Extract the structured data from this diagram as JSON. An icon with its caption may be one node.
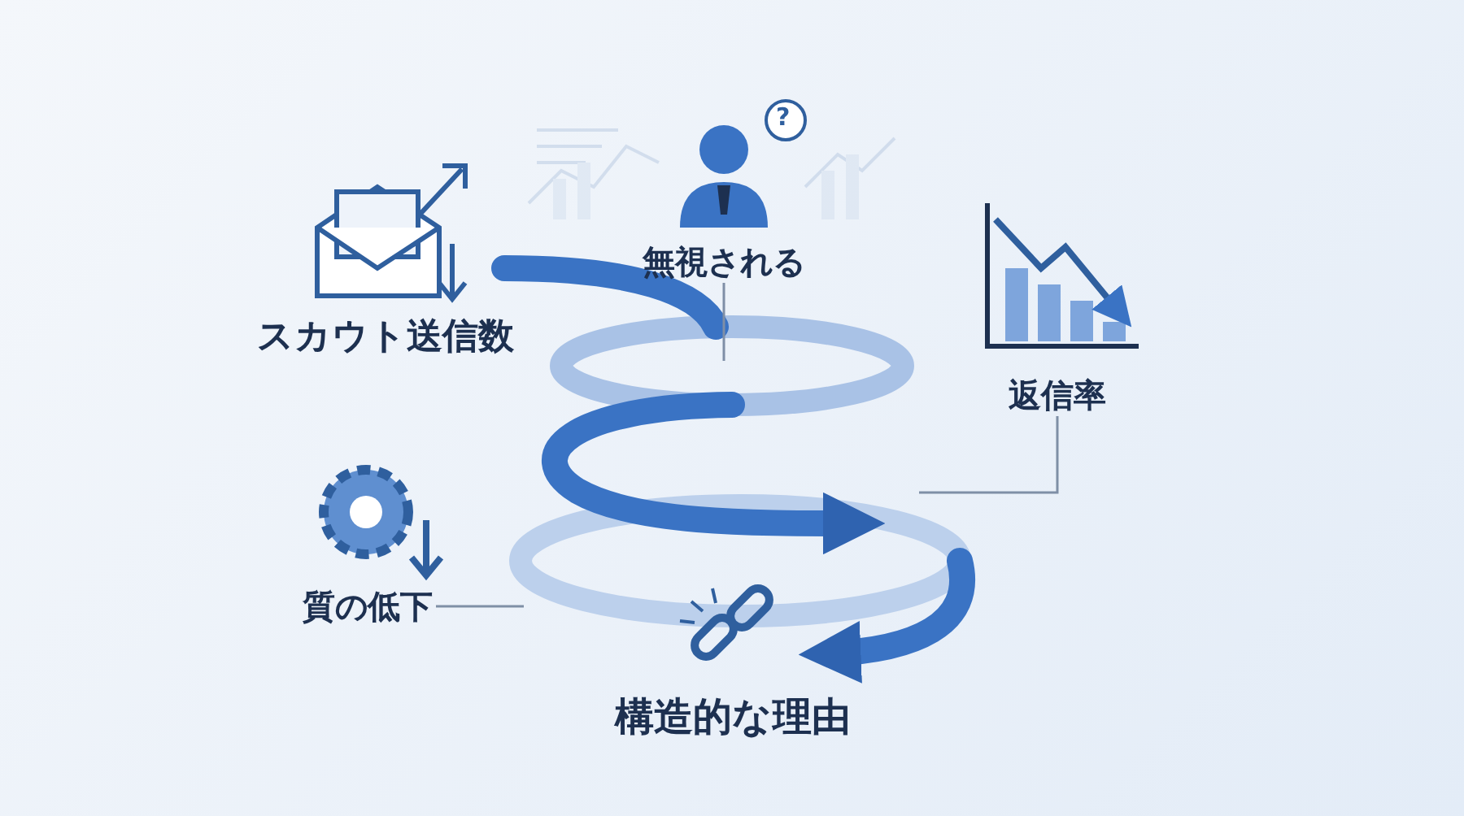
{
  "diagram": {
    "nodes": [
      {
        "text": [
          "無視される"
        ]
      },
      {
        "text": [
          "返信率"
        ]
      },
      {
        "text": [
          "質の低下"
        ]
      }
    ],
    "edges": [
      {
        "from": 0,
        "to": null,
        "arrow": "none"
      },
      {
        "from": 1,
        "to": null,
        "arrow": "none"
      },
      {
        "from": 2,
        "to": null,
        "arrow": "none"
      }
    ],
    "labels": [
      "?",
      "スカウト送信数",
      "構造的な理由"
    ]
  }
}
